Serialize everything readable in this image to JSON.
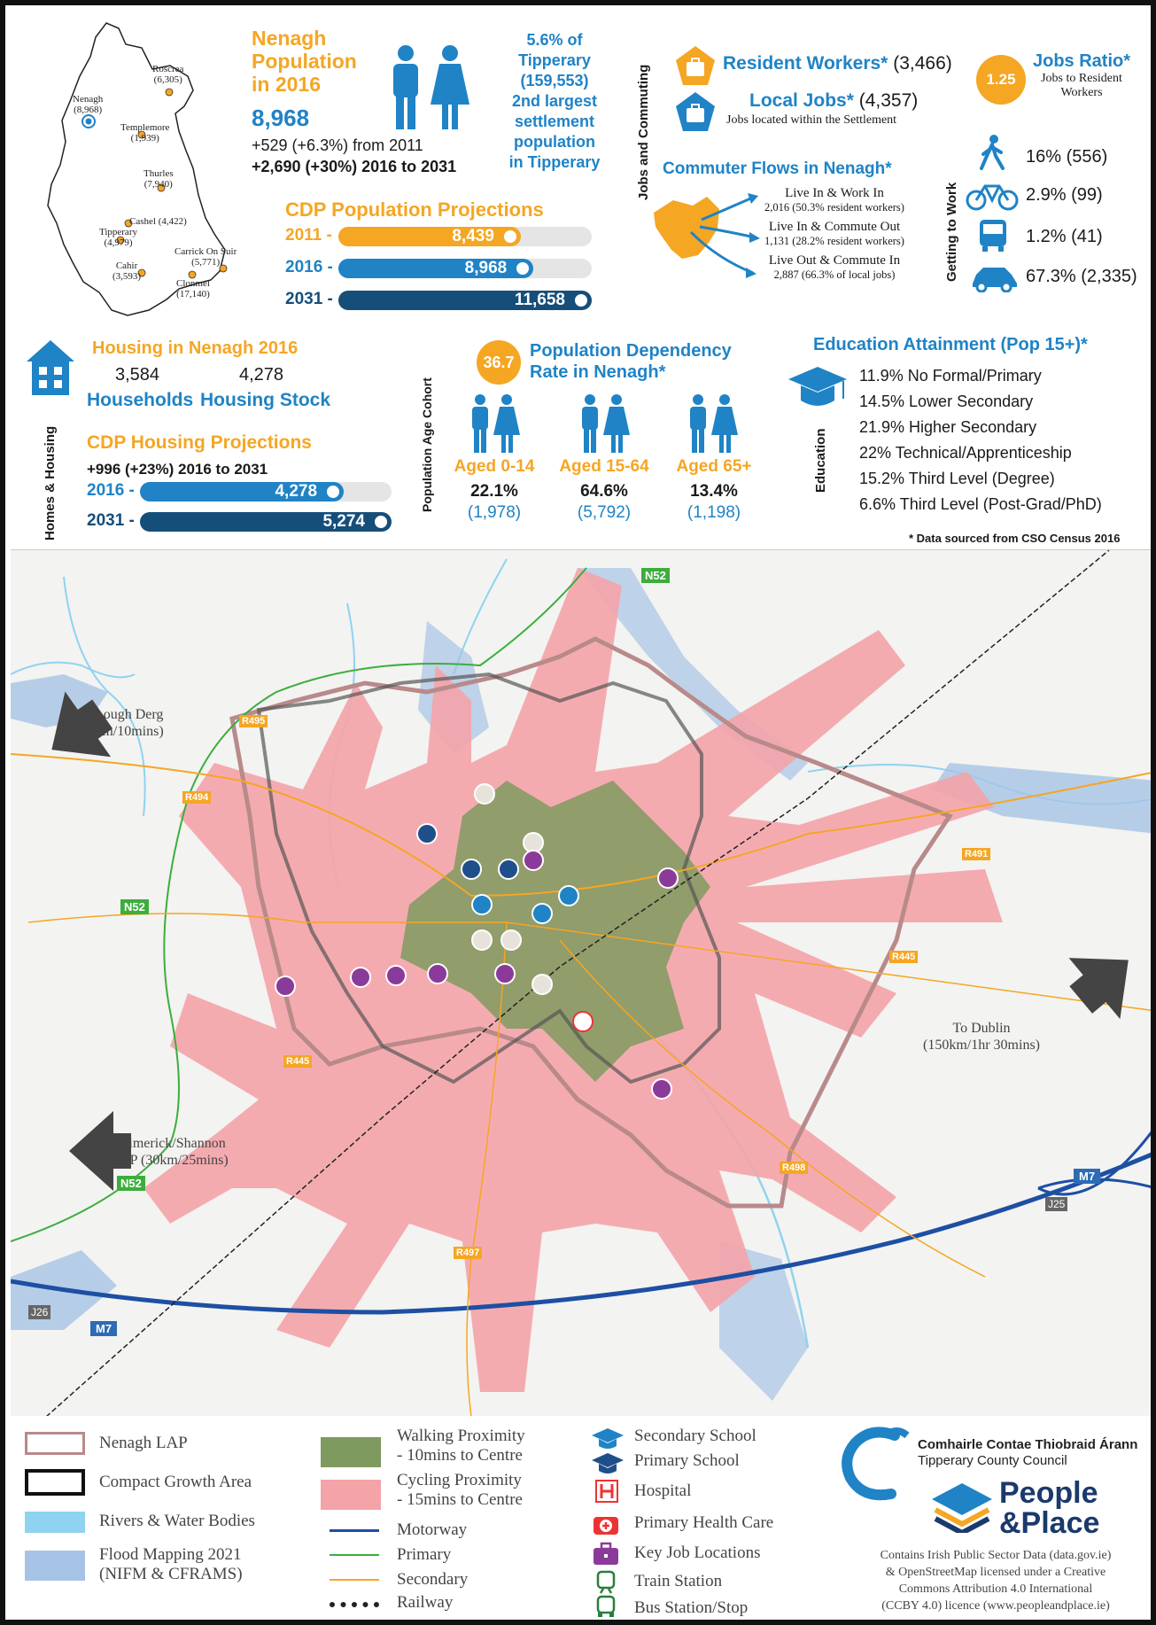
{
  "colors": {
    "orange": "#f5a623",
    "blue": "#1f83c6",
    "navy": "#164e7a",
    "cycling": "#f4a3a8",
    "walking": "#7f9a5f",
    "lap": "#b88a8a",
    "compact": "#222222",
    "river": "#8fd3f0",
    "flood": "#a6c3e6",
    "motorway": "#1d4fa3",
    "primary": "#3cae3c",
    "secondary": "#f5a623"
  },
  "county_map": {
    "towns": [
      {
        "name": "Roscrea",
        "pop": "(6,305)"
      },
      {
        "name": "Nenagh",
        "pop": "(8,968)"
      },
      {
        "name": "Templemore",
        "pop": "(1,939)"
      },
      {
        "name": "Thurles",
        "pop": "(7,940)"
      },
      {
        "name": "Cashel (4,422)",
        "pop": ""
      },
      {
        "name": "Tipperary",
        "pop": "(4,979)"
      },
      {
        "name": "Carrick On Suir",
        "pop": "(5,771)"
      },
      {
        "name": "Cahir",
        "pop": "(3,593)"
      },
      {
        "name": "Clonmel",
        "pop": "(17,140)"
      }
    ]
  },
  "population": {
    "title_line1": "Nenagh",
    "title_line2": "Population",
    "title_line3": "in 2016",
    "value": "8,968",
    "change1": "+529 (+6.3%) from 2011",
    "change2": "+2,690 (+30%) 2016 to 2031",
    "share_line1": "5.6% of",
    "share_line2": "Tipperary",
    "share_line3": "(159,553)",
    "share_line4": "2nd largest",
    "share_line5": "settlement",
    "share_line6": "population",
    "share_line7": "in Tipperary",
    "projection_title": "CDP Population Projections",
    "projections": [
      {
        "label": "2011 -",
        "value": "8,439",
        "fraction": 0.72,
        "color": "#f5a623"
      },
      {
        "label": "2016 -",
        "value": "8,968",
        "fraction": 0.77,
        "color": "#1f83c6"
      },
      {
        "label": "2031 -",
        "value": "11,658",
        "fraction": 1.0,
        "color": "#164e7a"
      }
    ]
  },
  "jobs": {
    "side_label": "Jobs and Commuting",
    "resident_workers_label": "Resident Workers*",
    "resident_workers_value": "(3,466)",
    "local_jobs_label": "Local Jobs*",
    "local_jobs_value": "(4,357)",
    "local_jobs_sub": "Jobs located within the Settlement",
    "ratio_value": "1.25",
    "ratio_title": "Jobs Ratio*",
    "ratio_sub1": "Jobs to Resident",
    "ratio_sub2": "Workers",
    "commuter_title": "Commuter Flows in Nenagh*",
    "flows": [
      {
        "title": "Live In & Work In",
        "detail": "2,016 (50.3% resident workers)"
      },
      {
        "title": "Live In & Commute Out",
        "detail": "1,131 (28.2% resident workers)"
      },
      {
        "title": "Live Out & Commute In",
        "detail": "2,887 (66.3% of local jobs)"
      }
    ]
  },
  "getting_to_work": {
    "side_label": "Getting to Work",
    "modes": [
      {
        "icon": "walking-icon",
        "value": "16% (556)"
      },
      {
        "icon": "bicycle-icon",
        "value": "2.9% (99)"
      },
      {
        "icon": "bus-icon",
        "value": "1.2% (41)"
      },
      {
        "icon": "car-icon",
        "value": "67.3% (2,335)"
      }
    ]
  },
  "housing": {
    "side_label": "Homes & Housing",
    "title": "Housing in Nenagh 2016",
    "households_value": "3,584",
    "households_label": "Households",
    "stock_value": "4,278",
    "stock_label": "Housing Stock",
    "projection_title": "CDP Housing Projections",
    "change": "+996 (+23%) 2016 to 2031",
    "projections": [
      {
        "label": "2016 -",
        "value": "4,278",
        "fraction": 0.81,
        "color": "#1f83c6"
      },
      {
        "label": "2031 -",
        "value": "5,274",
        "fraction": 1.0,
        "color": "#164e7a"
      }
    ]
  },
  "dependency": {
    "side_label": "Population Age Cohort",
    "rate": "36.7",
    "title1": "Population Dependency",
    "title2": "Rate in Nenagh*",
    "cohorts": [
      {
        "label": "Aged 0-14",
        "pct": "22.1%",
        "count": "(1,978)"
      },
      {
        "label": "Aged 15-64",
        "pct": "64.6%",
        "count": "(5,792)"
      },
      {
        "label": "Aged 65+",
        "pct": "13.4%",
        "count": "(1,198)"
      }
    ]
  },
  "education": {
    "side_label": "Education",
    "title": "Education Attainment (Pop 15+)*",
    "items": [
      "11.9% No Formal/Primary",
      "14.5% Lower Secondary",
      "21.9% Higher Secondary",
      "22% Technical/Apprenticeship",
      "15.2% Third Level (Degree)",
      "6.6% Third Level (Post-Grad/PhD)"
    ]
  },
  "footnote": "* Data sourced from CSO Census 2016",
  "map": {
    "lough_derg": "To Lough Derg",
    "lough_derg_dist": "(10km/10mins)",
    "dublin": "To Dublin",
    "dublin_dist": "(150km/1hr 30mins)",
    "limerick": "To Limerick/Shannon",
    "limerick_dist": "MASP (30km/25mins)",
    "roads": {
      "n52a": "N52",
      "n52b": "N52",
      "n52c": "N52",
      "m7a": "M7",
      "m7b": "M7",
      "j25": "J25",
      "j26": "J26",
      "r495": "R495",
      "r494": "R494",
      "r491": "R491",
      "r445a": "R445",
      "r445b": "R445",
      "r497": "R497",
      "r498": "R498"
    }
  },
  "legend": {
    "col1": [
      "Nenagh LAP",
      "Compact Growth Area",
      "Rivers & Water Bodies",
      "Flood Mapping 2021",
      "(NIFM & CFRAMS)"
    ],
    "col2": [
      "Walking Proximity",
      "- 10mins to Centre",
      "Cycling Proximity",
      "- 15mins to Centre",
      "Motorway",
      "Primary",
      "Secondary",
      "Railway"
    ],
    "col3": [
      "Secondary School",
      "Primary School",
      "Hospital",
      "Primary Health Care",
      "Key Job Locations",
      "Train Station",
      "Bus Station/Stop"
    ]
  },
  "council": {
    "irish": "Comhairle Contae Thiobraid Árann",
    "english": "Tipperary County Council",
    "brand1": "People",
    "brand2": "&Place",
    "credit": [
      "Contains Irish Public Sector Data (data.gov.ie)",
      "& OpenStreetMap licensed under a Creative",
      "Commons Attribution 4.0 International",
      "(CCBY 4.0) licence (www.peopleandplace.ie)"
    ]
  }
}
